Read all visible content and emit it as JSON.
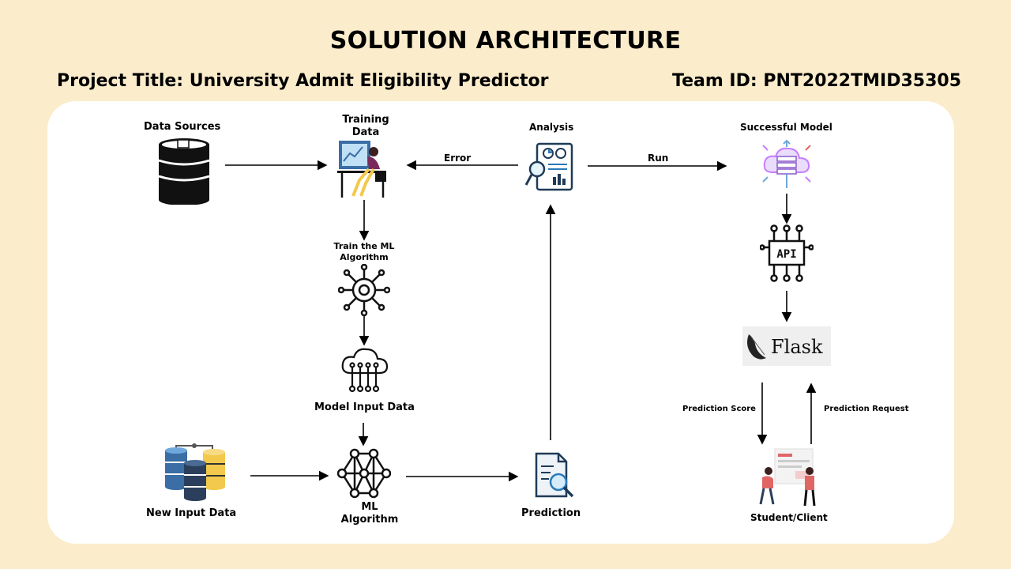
{
  "header": {
    "title": "SOLUTION ARCHITECTURE",
    "project_title": "Project Title: University Admit Eligibility Predictor",
    "team_id": "Team ID: PNT2022TMID35305"
  },
  "nodes": {
    "data_sources": "Data Sources",
    "training_data_line1": "Training",
    "training_data_line2": "Data",
    "analysis": "Analysis",
    "successful_model": "Successful Model",
    "train_ml_line1": "Train the ML",
    "train_ml_line2": "Algorithm",
    "model_input_data": "Model Input Data",
    "new_input_data": "New Input Data",
    "ml_algorithm_line1": "ML",
    "ml_algorithm_line2": "Algorithm",
    "prediction": "Prediction",
    "student_client": "Student/Client",
    "flask_logo_text": "Flask",
    "api_icon_text": "API"
  },
  "edges": {
    "error": "Error",
    "run": "Run",
    "prediction_score": "Prediction Score",
    "prediction_request": "Prediction Request"
  },
  "colors": {
    "background": "#fbeccb",
    "panel": "#ffffff",
    "db_blue": "#3a6ea5",
    "db_yellow": "#f2c94c",
    "cloud_purple": "#c77dff",
    "accent_blue": "#2a7ab8"
  }
}
